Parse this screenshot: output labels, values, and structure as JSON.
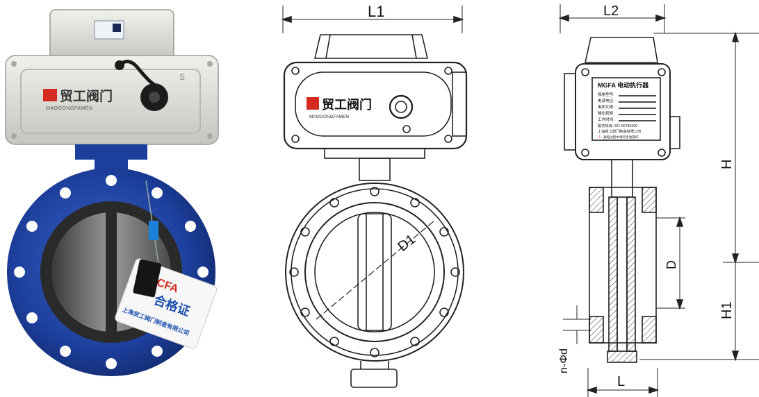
{
  "photo": {
    "brand_cn": "贸工阀门",
    "brand_en": "MAOGONGFAMEN",
    "tag_brand": "MCFA",
    "tag_title": "合格证",
    "tag_company": "上海贸工阀门制造有限公司"
  },
  "front_view": {
    "brand_cn": "贸工阀门",
    "brand_en": "MAOGONGFAMEN",
    "dim_length": "L1",
    "dim_diameter": "D1"
  },
  "side_view": {
    "dim_length_top": "L2",
    "dim_height": "H",
    "dim_height_lower": "H1",
    "dim_bore": "D",
    "dim_bolt_holes": "n-Φd",
    "dim_length_bottom": "L",
    "nameplate": {
      "title": "MGFA 电动执行器",
      "rows": [
        "规格型号:",
        "电源电压:",
        "电机功率:",
        "输出扭矩:",
        "工作时间:"
      ],
      "service_line": "服务热线: 021-56786000",
      "company": "上海贸工阀门制造有限公司",
      "warning": "通电过程中请勿手动操作"
    }
  },
  "colors": {
    "body_blue": "#1d3f9c",
    "actuator_grey": "#dcdcd6",
    "brand_red": "#d42a1f",
    "line_dark": "#222222"
  }
}
